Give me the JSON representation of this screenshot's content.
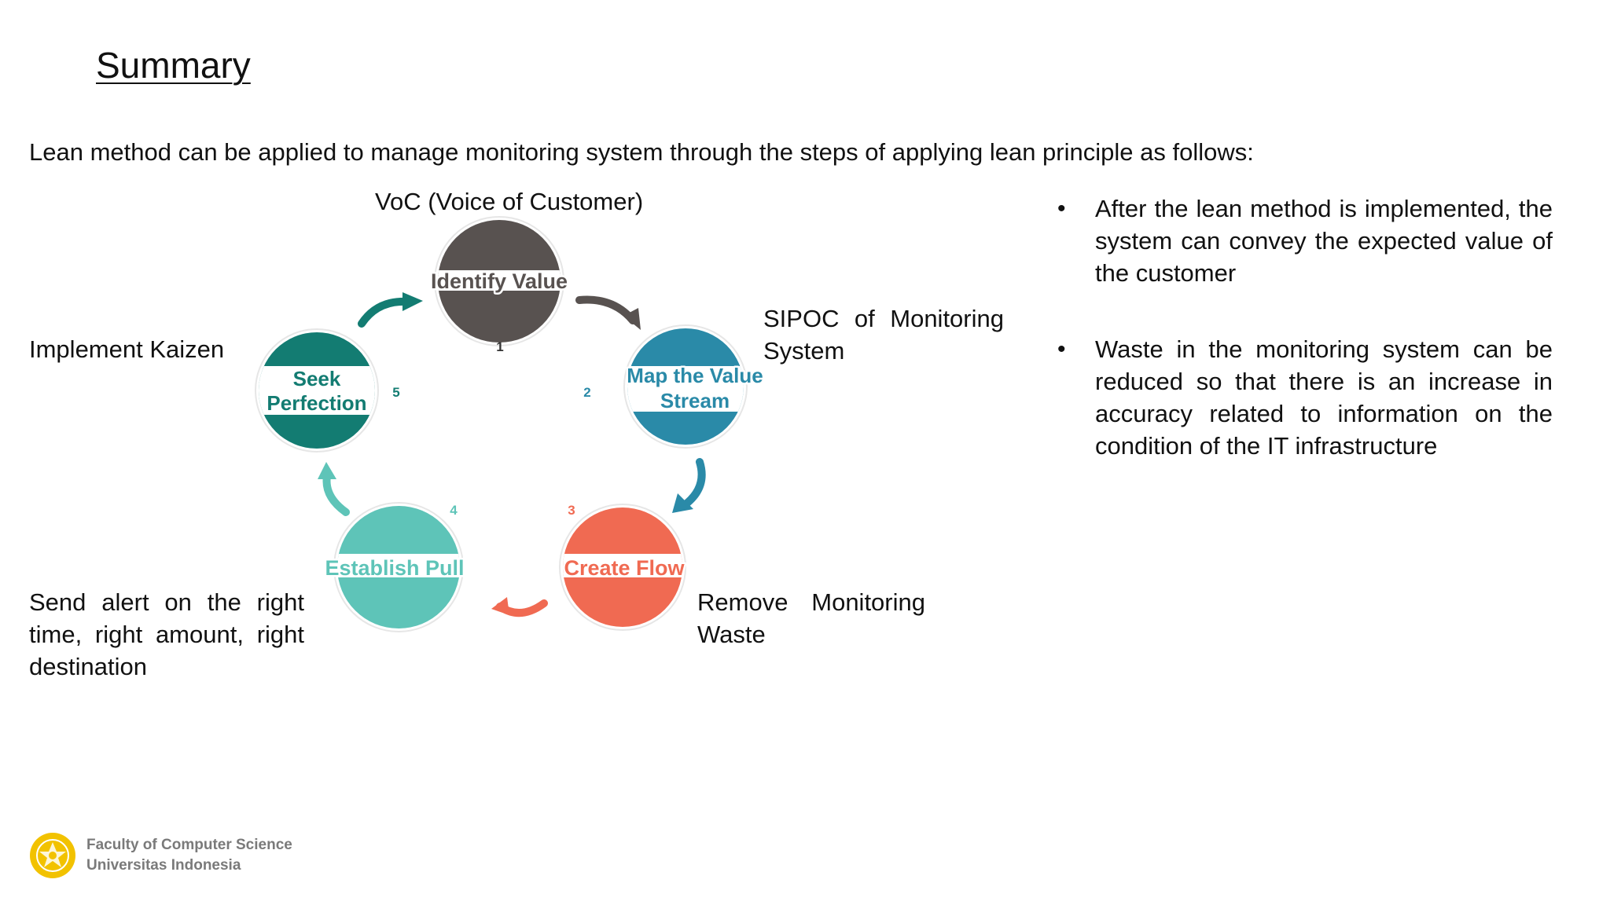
{
  "slide": {
    "title": "Summary",
    "intro": "Lean method can be applied to manage monitoring system through the steps of applying lean principle as follows:"
  },
  "diagram": {
    "steps": [
      {
        "number": "1",
        "label_lines": [
          "Identify Value"
        ],
        "color": "#585250",
        "annotation": "VoC (Voice of Customer)"
      },
      {
        "number": "2",
        "label_lines": [
          "Map the Value",
          "Stream"
        ],
        "color": "#2a8aa8",
        "annotation": "SIPOC  of  Monitoring System"
      },
      {
        "number": "3",
        "label_lines": [
          "Create Flow"
        ],
        "color": "#f06a52",
        "annotation": "Remove  Monitoring Waste"
      },
      {
        "number": "4",
        "label_lines": [
          "Establish Pull"
        ],
        "color": "#5ec4b8",
        "annotation": "Send  alert  on  the  right time, right amount, right destination"
      },
      {
        "number": "5",
        "label_lines": [
          "Seek",
          "Perfection"
        ],
        "color": "#137c72",
        "annotation": "Implement Kaizen"
      }
    ]
  },
  "bullets": [
    "After  the  lean  method  is  implemented, the system can convey the expected value of the customer",
    "Waste  in  the  monitoring  system  can  be reduced  so  that  there  is  an  increase  in accuracy  related  to  information  on  the condition of the IT infrastructure"
  ],
  "footer": {
    "line1": "Faculty of Computer Science",
    "line2": "Universitas Indonesia",
    "logo_color": "#f2c200"
  }
}
